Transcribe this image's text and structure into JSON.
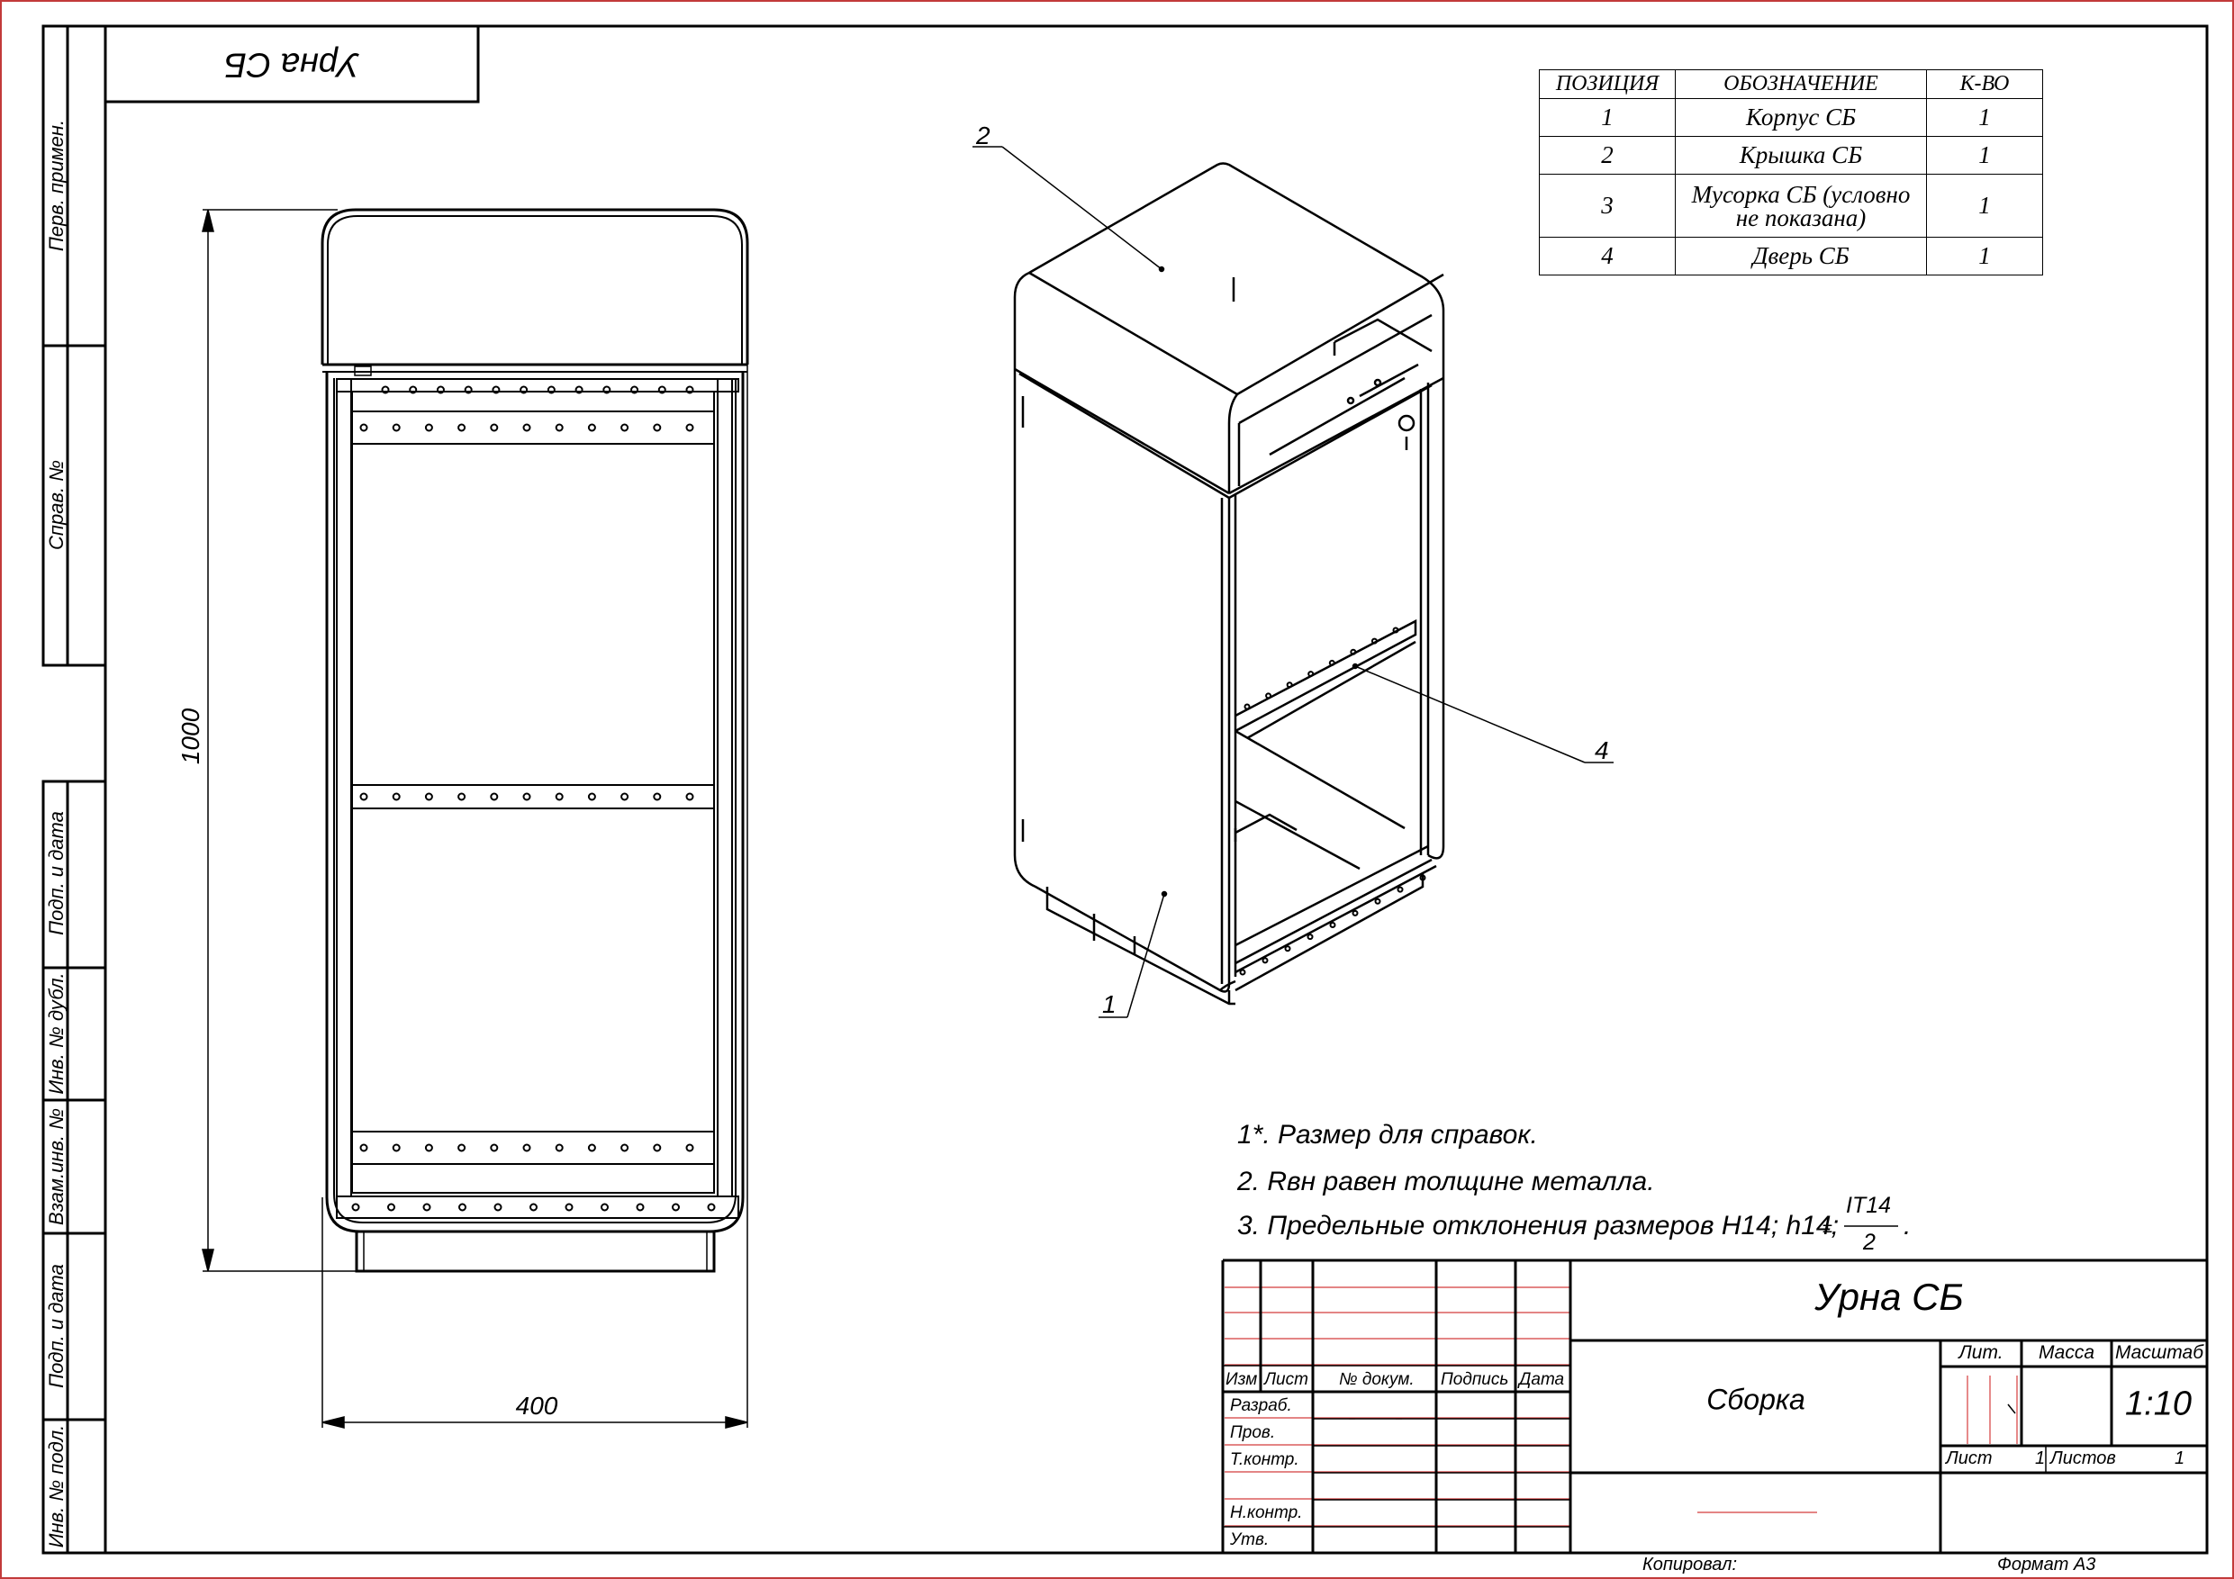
{
  "side_stamp": {
    "perv_primen": "Перв. примен.",
    "sprav_no": "Справ. №",
    "podp_data_1": "Подп. и дата",
    "inv_no_dubl": "Инв. № дубл.",
    "vzam_inv_no": "Взам.инв. №",
    "podp_data_2": "Подп. и дата",
    "inv_no_podl": "Инв. № подл."
  },
  "corner_title": "Урна СБ",
  "parts_table": {
    "headers": [
      "ПОЗИЦИЯ",
      "ОБОЗНАЧЕНИЕ",
      "К-ВО"
    ],
    "rows": [
      {
        "pos": "1",
        "name": "Корпус СБ",
        "qty": "1"
      },
      {
        "pos": "2",
        "name": "Крышка СБ",
        "qty": "1"
      },
      {
        "pos": "3",
        "name_line1": "Мусорка СБ (условно",
        "name_line2": "не показана)",
        "qty": "1"
      },
      {
        "pos": "4",
        "name": "Дверь СБ",
        "qty": "1"
      }
    ]
  },
  "dimensions": {
    "height": "1000",
    "width": "400"
  },
  "callouts": {
    "c1": "1",
    "c2": "2",
    "c4": "4"
  },
  "notes": {
    "n1": "1*. Размер для справок.",
    "n2": "2. Rвн равен толщине металла.",
    "n3": "3. Предельные отклонения размеров H14; h14;",
    "tol_pm": "±",
    "tol_num": "IT14",
    "tol_den": "2",
    "tol_end": "."
  },
  "title_block": {
    "title": "Урна СБ",
    "subtitle": "Сборка",
    "col_izm": "Изм",
    "col_list": "Лист",
    "col_doc": "№ докум.",
    "col_sign": "Подпись",
    "col_date": "Дата",
    "razrab": "Разраб.",
    "prov": "Пров.",
    "tkontr": "Т.контр.",
    "nkontr": "Н.контр.",
    "utv": "Утв.",
    "lit": "Лит.",
    "massa": "Масса",
    "masshtab": "Масштаб",
    "scale": "1:10",
    "sheet_label": "Лист",
    "sheet_no": "1",
    "sheets_label": "Листов",
    "sheets_no": "1",
    "copied": "Копировал:",
    "format": "Формат А3"
  }
}
